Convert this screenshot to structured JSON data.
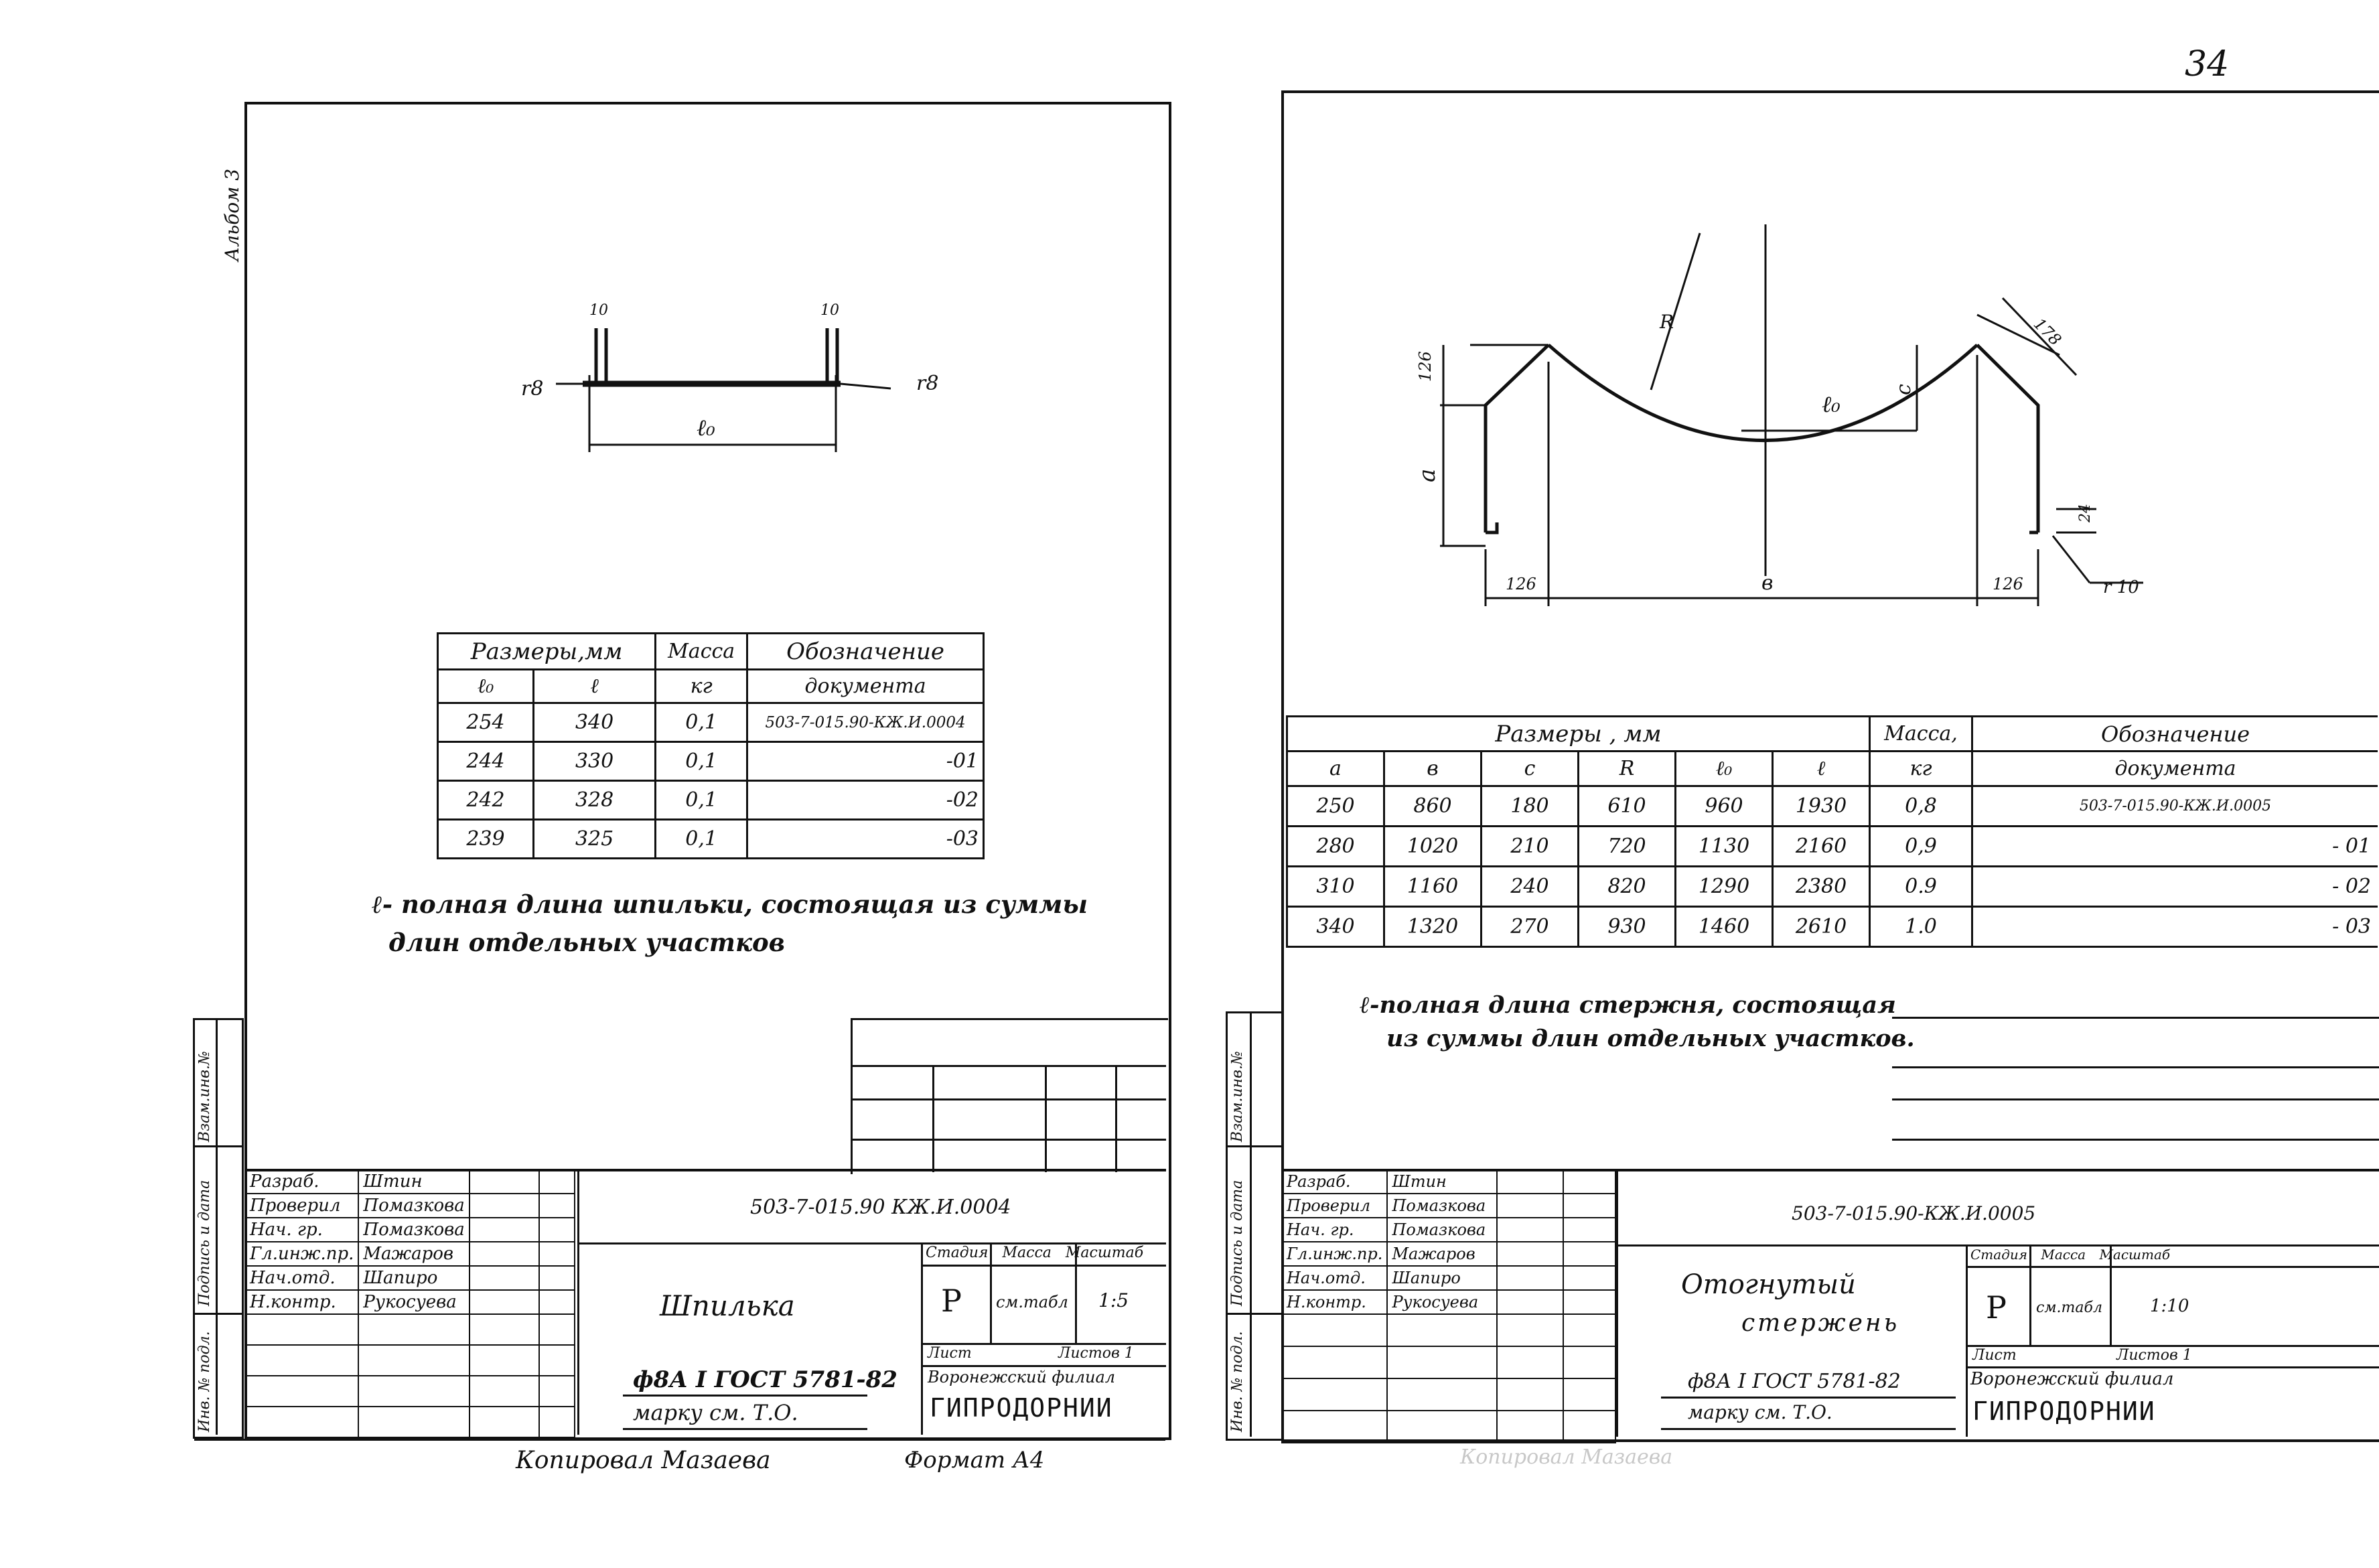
{
  "page_number": "34",
  "left_corner_note": "Альбом 3",
  "footer": {
    "copied": "Копировал Мазаева",
    "format": "Формат А4",
    "right_faded": "Копировал Мазаева"
  },
  "left": {
    "drawing": {
      "dim_d1": "10",
      "dim_d2": "10",
      "r_left": "r8",
      "r_right": "r8",
      "len": "ℓ₀"
    },
    "table": {
      "header_sizes": "Размеры,мм",
      "header_mass": "Масса",
      "header_mass_unit": "кг",
      "header_doc": "Обозначение",
      "header_doc2": "документа",
      "col_l0": "ℓ₀",
      "col_l": "ℓ",
      "rows": [
        {
          "l0": "254",
          "l": "340",
          "m": "0,1",
          "doc": "503-7-015.90-КЖ.И.0004"
        },
        {
          "l0": "244",
          "l": "330",
          "m": "0,1",
          "doc": "-01"
        },
        {
          "l0": "242",
          "l": "328",
          "m": "0,1",
          "doc": "-02"
        },
        {
          "l0": "239",
          "l": "325",
          "m": "0,1",
          "doc": "-03"
        }
      ]
    },
    "note1": "ℓ- полная  длина  шпильки, состоящая из суммы",
    "note2": "длин отдельных участков",
    "stamp": {
      "doc_code": "503-7-015.90 КЖ.И.0004",
      "title": "Шпилька",
      "stage_hdr": "Стадия",
      "mass_hdr": "Масса",
      "scale_hdr": "Масштаб",
      "stage": "Р",
      "mass": "см.табл",
      "scale": "1:5",
      "sheet": "Лист",
      "sheets": "Листов 1",
      "steel": "ф8А I ГОСТ 5781-82",
      "mark": "марку см. Т.О.",
      "org1": "Воронежский филиал",
      "org2": "ГИПРОДОРНИИ",
      "roles": [
        "Разраб.",
        "Проверил",
        "Нач. гр.",
        "Гл.инж.пр.",
        "Нач.отд.",
        "Н.контр."
      ],
      "names": [
        "Штин",
        "Помазкова",
        "Помазкова",
        "Мажаров",
        "Шапиро",
        "Рукосуева"
      ]
    },
    "side_labels": [
      "Инв. № подл.",
      "Подпись и дата",
      "Взам.инв.№"
    ]
  },
  "right": {
    "drawing": {
      "R": "R",
      "dim_126_v": "126",
      "dim_a": "a",
      "dim_c": "c",
      "dim_l0": "ℓ₀",
      "dim_178": "178",
      "dim_24": "24",
      "dim_126_l": "126",
      "dim_126_r": "126",
      "dim_b": "в",
      "dim_r10": "r 10"
    },
    "table": {
      "header_sizes": "Размеры ,  мм",
      "header_mass": "Масса,",
      "header_mass_unit": "кг",
      "header_doc": "Обозначение",
      "header_doc2": "документа",
      "cols": [
        "a",
        "в",
        "c",
        "R",
        "ℓ₀",
        "ℓ"
      ],
      "rows": [
        {
          "a": "250",
          "b": "860",
          "c": "180",
          "R": "610",
          "l0": "960",
          "l": "1930",
          "m": "0,8",
          "doc": "503-7-015.90-КЖ.И.0005"
        },
        {
          "a": "280",
          "b": "1020",
          "c": "210",
          "R": "720",
          "l0": "1130",
          "l": "2160",
          "m": "0,9",
          "doc": "- 01"
        },
        {
          "a": "310",
          "b": "1160",
          "c": "240",
          "R": "820",
          "l0": "1290",
          "l": "2380",
          "m": "0.9",
          "doc": "- 02"
        },
        {
          "a": "340",
          "b": "1320",
          "c": "270",
          "R": "930",
          "l0": "1460",
          "l": "2610",
          "m": "1.0",
          "doc": "- 03"
        }
      ]
    },
    "note1": "ℓ-полная длина  стержня, состоящая",
    "note2": "из суммы длин  отдельных  участков.",
    "stamp": {
      "doc_code": "503-7-015.90-КЖ.И.0005",
      "title1": "Отогнутый",
      "title2": "стержень",
      "stage_hdr": "Стадия",
      "mass_hdr": "Масса",
      "scale_hdr": "Масштаб",
      "stage": "Р",
      "mass": "см.табл",
      "scale": "1:10",
      "sheet": "Лист",
      "sheets": "Листов 1",
      "steel": "ф8А I  ГОСТ 5781-82",
      "mark": "марку  см. Т.О.",
      "org1": "Воронежский филиал",
      "org2": "ГИПРОДОРНИИ",
      "roles": [
        "Разраб.",
        "Проверил",
        "Нач. гр.",
        "Гл.инж.пр.",
        "Нач.отд.",
        "Н.контр."
      ],
      "names": [
        "Штин",
        "Помазкова",
        "Помазкова",
        "Мажаров",
        "Шапиро",
        "Рукосуева"
      ]
    },
    "side_labels": [
      "Инв. № подл.",
      "Подпись и дата",
      "Взам.инв.№"
    ]
  }
}
